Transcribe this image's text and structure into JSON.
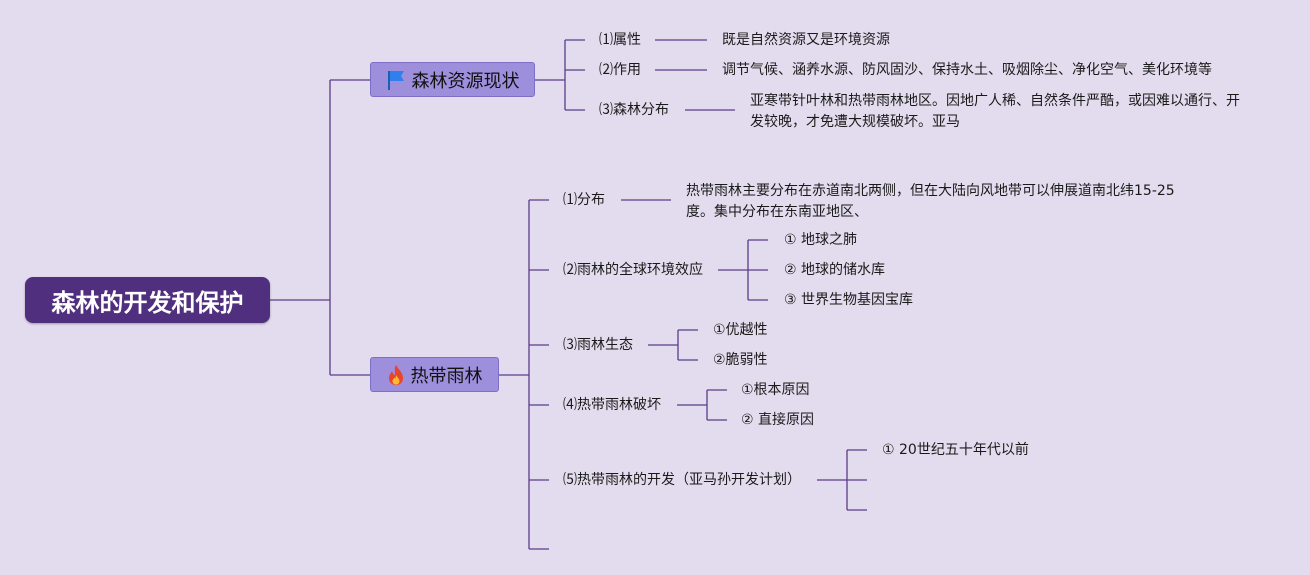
{
  "root": {
    "title": "森林的开发和保护"
  },
  "branches": [
    {
      "title": "森林资源现状",
      "icon": "flag-icon",
      "items": [
        {
          "label": "⑴属性",
          "detail": "既是自然资源又是环境资源"
        },
        {
          "label": "⑵作用",
          "detail": "调节气候、涵养水源、防风固沙、保持水土、吸烟除尘、净化空气、美化环境等"
        },
        {
          "label": "⑶森林分布",
          "detail": "亚寒带针叶林和热带雨林地区。因地广人稀、自然条件严酷，或因难以通行、开发较晚，才免遭大规模破坏。亚马"
        }
      ]
    },
    {
      "title": "热带雨林",
      "icon": "fire-icon",
      "items": [
        {
          "label": "⑴分布",
          "detail": "热带雨林主要分布在赤道南北两侧，但在大陆向风地带可以伸展道南北纬15-25度。集中分布在东南亚地区、"
        },
        {
          "label": "⑵雨林的全球环境效应",
          "children": [
            "①  地球之肺",
            "② 地球的储水库",
            "③ 世界生物基因宝库"
          ]
        },
        {
          "label": "⑶雨林生态",
          "children": [
            "①优越性",
            "②脆弱性"
          ]
        },
        {
          "label": "⑷热带雨林破坏",
          "children": [
            "①根本原因",
            "② 直接原因"
          ]
        },
        {
          "label": "⑸热带雨林的开发（亚马孙开发计划）",
          "children": [
            "① 20世纪五十年代以前",
            "",
            ""
          ]
        }
      ]
    }
  ],
  "colors": {
    "background": "#e3dcee",
    "root": "#4f2f7e",
    "branch": "#9d8fdc",
    "line": "#5a3d8a"
  }
}
